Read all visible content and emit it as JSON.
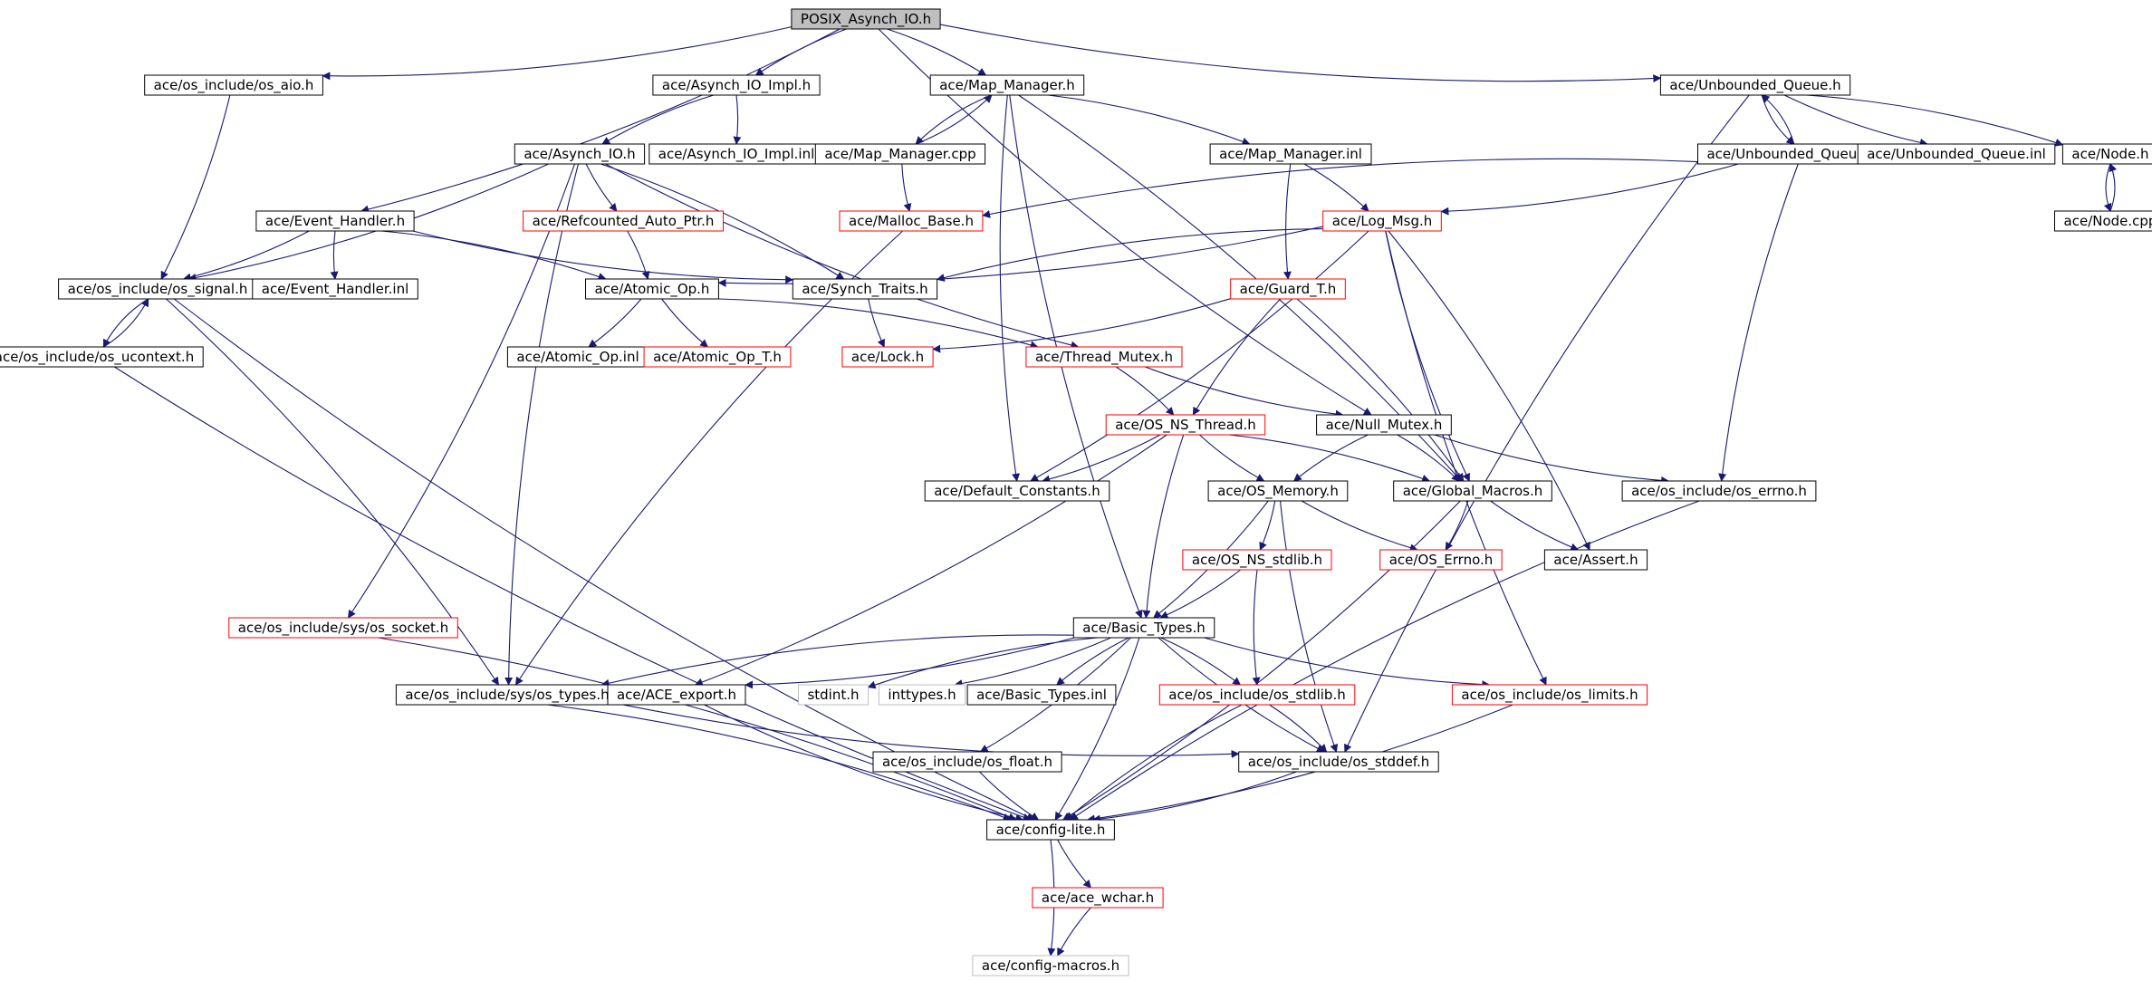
{
  "diagram": {
    "nodes": [
      {
        "id": "posix_asynch_io_h",
        "label": "POSIX_Asynch_IO.h",
        "style": "root"
      },
      {
        "id": "os_aio_h",
        "label": "ace/os_include/os_aio.h",
        "style": "normal"
      },
      {
        "id": "asynch_io_impl_h",
        "label": "ace/Asynch_IO_Impl.h",
        "style": "normal"
      },
      {
        "id": "map_manager_h",
        "label": "ace/Map_Manager.h",
        "style": "normal"
      },
      {
        "id": "unbounded_queue_h",
        "label": "ace/Unbounded_Queue.h",
        "style": "normal"
      },
      {
        "id": "asynch_io_h",
        "label": "ace/Asynch_IO.h",
        "style": "normal"
      },
      {
        "id": "asynch_io_impl_inl",
        "label": "ace/Asynch_IO_Impl.inl",
        "style": "normal"
      },
      {
        "id": "map_manager_cpp",
        "label": "ace/Map_Manager.cpp",
        "style": "normal"
      },
      {
        "id": "map_manager_inl",
        "label": "ace/Map_Manager.inl",
        "style": "normal"
      },
      {
        "id": "unbounded_queue_cpp",
        "label": "ace/Unbounded_Queue.cpp",
        "style": "normal"
      },
      {
        "id": "unbounded_queue_inl",
        "label": "ace/Unbounded_Queue.inl",
        "style": "normal"
      },
      {
        "id": "node_h",
        "label": "ace/Node.h",
        "style": "normal"
      },
      {
        "id": "event_handler_h",
        "label": "ace/Event_Handler.h",
        "style": "normal"
      },
      {
        "id": "refcounted_auto_ptr_h",
        "label": "ace/Refcounted_Auto_Ptr.h",
        "style": "truncated"
      },
      {
        "id": "malloc_base_h",
        "label": "ace/Malloc_Base.h",
        "style": "truncated"
      },
      {
        "id": "log_msg_h",
        "label": "ace/Log_Msg.h",
        "style": "truncated"
      },
      {
        "id": "node_cpp",
        "label": "ace/Node.cpp",
        "style": "normal"
      },
      {
        "id": "os_signal_h",
        "label": "ace/os_include/os_signal.h",
        "style": "normal"
      },
      {
        "id": "event_handler_inl",
        "label": "ace/Event_Handler.inl",
        "style": "normal"
      },
      {
        "id": "atomic_op_h",
        "label": "ace/Atomic_Op.h",
        "style": "normal"
      },
      {
        "id": "synch_traits_h",
        "label": "ace/Synch_Traits.h",
        "style": "normal"
      },
      {
        "id": "guard_t_h",
        "label": "ace/Guard_T.h",
        "style": "truncated"
      },
      {
        "id": "os_ucontext_h",
        "label": "ace/os_include/os_ucontext.h",
        "style": "normal"
      },
      {
        "id": "atomic_op_inl",
        "label": "ace/Atomic_Op.inl",
        "style": "normal"
      },
      {
        "id": "atomic_op_t_h",
        "label": "ace/Atomic_Op_T.h",
        "style": "truncated"
      },
      {
        "id": "lock_h",
        "label": "ace/Lock.h",
        "style": "truncated"
      },
      {
        "id": "thread_mutex_h",
        "label": "ace/Thread_Mutex.h",
        "style": "truncated"
      },
      {
        "id": "os_ns_thread_h",
        "label": "ace/OS_NS_Thread.h",
        "style": "truncated"
      },
      {
        "id": "null_mutex_h",
        "label": "ace/Null_Mutex.h",
        "style": "normal"
      },
      {
        "id": "default_constants_h",
        "label": "ace/Default_Constants.h",
        "style": "normal"
      },
      {
        "id": "os_memory_h",
        "label": "ace/OS_Memory.h",
        "style": "normal"
      },
      {
        "id": "global_macros_h",
        "label": "ace/Global_Macros.h",
        "style": "normal"
      },
      {
        "id": "os_errno_h",
        "label": "ace/os_include/os_errno.h",
        "style": "normal"
      },
      {
        "id": "os_ns_stdlib_h",
        "label": "ace/OS_NS_stdlib.h",
        "style": "truncated"
      },
      {
        "id": "os_errno_cap_h",
        "label": "ace/OS_Errno.h",
        "style": "truncated"
      },
      {
        "id": "assert_h",
        "label": "ace/Assert.h",
        "style": "normal"
      },
      {
        "id": "sys_os_socket_h",
        "label": "ace/os_include/sys/os_socket.h",
        "style": "truncated"
      },
      {
        "id": "basic_types_h",
        "label": "ace/Basic_Types.h",
        "style": "normal"
      },
      {
        "id": "sys_os_types_h",
        "label": "ace/os_include/sys/os_types.h",
        "style": "normal"
      },
      {
        "id": "ace_export_h",
        "label": "ace/ACE_export.h",
        "style": "normal"
      },
      {
        "id": "stdint_h",
        "label": "stdint.h",
        "style": "external"
      },
      {
        "id": "inttypes_h",
        "label": "inttypes.h",
        "style": "external"
      },
      {
        "id": "basic_types_inl",
        "label": "ace/Basic_Types.inl",
        "style": "normal"
      },
      {
        "id": "os_stdlib_h",
        "label": "ace/os_include/os_stdlib.h",
        "style": "truncated"
      },
      {
        "id": "os_limits_h",
        "label": "ace/os_include/os_limits.h",
        "style": "truncated"
      },
      {
        "id": "os_float_h",
        "label": "ace/os_include/os_float.h",
        "style": "normal"
      },
      {
        "id": "os_stddef_h",
        "label": "ace/os_include/os_stddef.h",
        "style": "normal"
      },
      {
        "id": "config_lite_h",
        "label": "ace/config-lite.h",
        "style": "normal"
      },
      {
        "id": "ace_wchar_h",
        "label": "ace/ace_wchar.h",
        "style": "truncated"
      },
      {
        "id": "config_macros_h",
        "label": "ace/config-macros.h",
        "style": "external"
      }
    ],
    "edges": [
      [
        "posix_asynch_io_h",
        "os_aio_h"
      ],
      [
        "posix_asynch_io_h",
        "asynch_io_impl_h"
      ],
      [
        "posix_asynch_io_h",
        "map_manager_h"
      ],
      [
        "posix_asynch_io_h",
        "unbounded_queue_h"
      ],
      [
        "posix_asynch_io_h",
        "event_handler_h"
      ],
      [
        "posix_asynch_io_h",
        "null_mutex_h"
      ],
      [
        "os_aio_h",
        "os_signal_h"
      ],
      [
        "asynch_io_impl_h",
        "asynch_io_h"
      ],
      [
        "asynch_io_impl_h",
        "asynch_io_impl_inl"
      ],
      [
        "map_manager_h",
        "map_manager_cpp"
      ],
      [
        "map_manager_h",
        "map_manager_inl"
      ],
      [
        "map_manager_h",
        "default_constants_h"
      ],
      [
        "map_manager_h",
        "global_macros_h"
      ],
      [
        "map_manager_h",
        "basic_types_h"
      ],
      [
        "map_manager_cpp",
        "map_manager_h"
      ],
      [
        "map_manager_cpp",
        "malloc_base_h"
      ],
      [
        "map_manager_inl",
        "log_msg_h"
      ],
      [
        "map_manager_inl",
        "guard_t_h"
      ],
      [
        "unbounded_queue_h",
        "unbounded_queue_cpp"
      ],
      [
        "unbounded_queue_h",
        "unbounded_queue_inl"
      ],
      [
        "unbounded_queue_h",
        "node_h"
      ],
      [
        "unbounded_queue_h",
        "os_stddef_h"
      ],
      [
        "unbounded_queue_cpp",
        "unbounded_queue_h"
      ],
      [
        "unbounded_queue_cpp",
        "malloc_base_h"
      ],
      [
        "unbounded_queue_cpp",
        "log_msg_h"
      ],
      [
        "unbounded_queue_cpp",
        "os_errno_h"
      ],
      [
        "node_h",
        "node_cpp"
      ],
      [
        "node_cpp",
        "node_h"
      ],
      [
        "asynch_io_h",
        "os_signal_h"
      ],
      [
        "asynch_io_h",
        "refcounted_auto_ptr_h"
      ],
      [
        "asynch_io_h",
        "synch_traits_h"
      ],
      [
        "asynch_io_h",
        "thread_mutex_h"
      ],
      [
        "asynch_io_h",
        "sys_os_socket_h"
      ],
      [
        "asynch_io_h",
        "sys_os_types_h"
      ],
      [
        "event_handler_h",
        "os_signal_h"
      ],
      [
        "event_handler_h",
        "event_handler_inl"
      ],
      [
        "event_handler_h",
        "atomic_op_h"
      ],
      [
        "event_handler_h",
        "synch_traits_h"
      ],
      [
        "refcounted_auto_ptr_h",
        "atomic_op_h"
      ],
      [
        "malloc_base_h",
        "sys_os_types_h"
      ],
      [
        "log_msg_h",
        "atomic_op_h"
      ],
      [
        "log_msg_h",
        "synch_traits_h"
      ],
      [
        "log_msg_h",
        "default_constants_h"
      ],
      [
        "log_msg_h",
        "global_macros_h"
      ],
      [
        "log_msg_h",
        "assert_h"
      ],
      [
        "log_msg_h",
        "os_limits_h"
      ],
      [
        "atomic_op_h",
        "atomic_op_inl"
      ],
      [
        "atomic_op_h",
        "atomic_op_t_h"
      ],
      [
        "atomic_op_h",
        "thread_mutex_h"
      ],
      [
        "synch_traits_h",
        "lock_h"
      ],
      [
        "guard_t_h",
        "lock_h"
      ],
      [
        "guard_t_h",
        "os_ns_thread_h"
      ],
      [
        "guard_t_h",
        "global_macros_h"
      ],
      [
        "os_signal_h",
        "os_ucontext_h"
      ],
      [
        "os_signal_h",
        "sys_os_types_h"
      ],
      [
        "os_signal_h",
        "config_lite_h"
      ],
      [
        "os_ucontext_h",
        "os_signal_h"
      ],
      [
        "os_ucontext_h",
        "config_lite_h"
      ],
      [
        "thread_mutex_h",
        "os_ns_thread_h"
      ],
      [
        "thread_mutex_h",
        "null_mutex_h"
      ],
      [
        "os_ns_thread_h",
        "default_constants_h"
      ],
      [
        "os_ns_thread_h",
        "os_memory_h"
      ],
      [
        "os_ns_thread_h",
        "global_macros_h"
      ],
      [
        "os_ns_thread_h",
        "basic_types_h"
      ],
      [
        "os_ns_thread_h",
        "ace_export_h"
      ],
      [
        "null_mutex_h",
        "os_memory_h"
      ],
      [
        "null_mutex_h",
        "global_macros_h"
      ],
      [
        "null_mutex_h",
        "os_errno_h"
      ],
      [
        "os_memory_h",
        "os_ns_stdlib_h"
      ],
      [
        "os_memory_h",
        "os_errno_cap_h"
      ],
      [
        "os_memory_h",
        "basic_types_h"
      ],
      [
        "os_memory_h",
        "os_stddef_h"
      ],
      [
        "global_macros_h",
        "os_errno_cap_h"
      ],
      [
        "global_macros_h",
        "assert_h"
      ],
      [
        "global_macros_h",
        "config_lite_h"
      ],
      [
        "os_errno_h",
        "config_lite_h"
      ],
      [
        "os_ns_stdlib_h",
        "basic_types_h"
      ],
      [
        "os_ns_stdlib_h",
        "os_stdlib_h"
      ],
      [
        "sys_os_socket_h",
        "config_lite_h"
      ],
      [
        "basic_types_h",
        "sys_os_types_h"
      ],
      [
        "basic_types_h",
        "ace_export_h"
      ],
      [
        "basic_types_h",
        "stdint_h"
      ],
      [
        "basic_types_h",
        "inttypes_h"
      ],
      [
        "basic_types_h",
        "basic_types_inl"
      ],
      [
        "basic_types_h",
        "os_stdlib_h"
      ],
      [
        "basic_types_h",
        "os_limits_h"
      ],
      [
        "basic_types_h",
        "os_float_h"
      ],
      [
        "basic_types_h",
        "os_stddef_h"
      ],
      [
        "basic_types_h",
        "config_lite_h"
      ],
      [
        "sys_os_types_h",
        "os_stddef_h"
      ],
      [
        "sys_os_types_h",
        "config_lite_h"
      ],
      [
        "ace_export_h",
        "config_lite_h"
      ],
      [
        "os_stdlib_h",
        "os_stddef_h"
      ],
      [
        "os_stdlib_h",
        "config_lite_h"
      ],
      [
        "os_limits_h",
        "config_lite_h"
      ],
      [
        "os_float_h",
        "config_lite_h"
      ],
      [
        "os_stddef_h",
        "config_lite_h"
      ],
      [
        "config_lite_h",
        "ace_wchar_h"
      ],
      [
        "config_lite_h",
        "config_macros_h"
      ],
      [
        "ace_wchar_h",
        "config_macros_h"
      ]
    ]
  }
}
